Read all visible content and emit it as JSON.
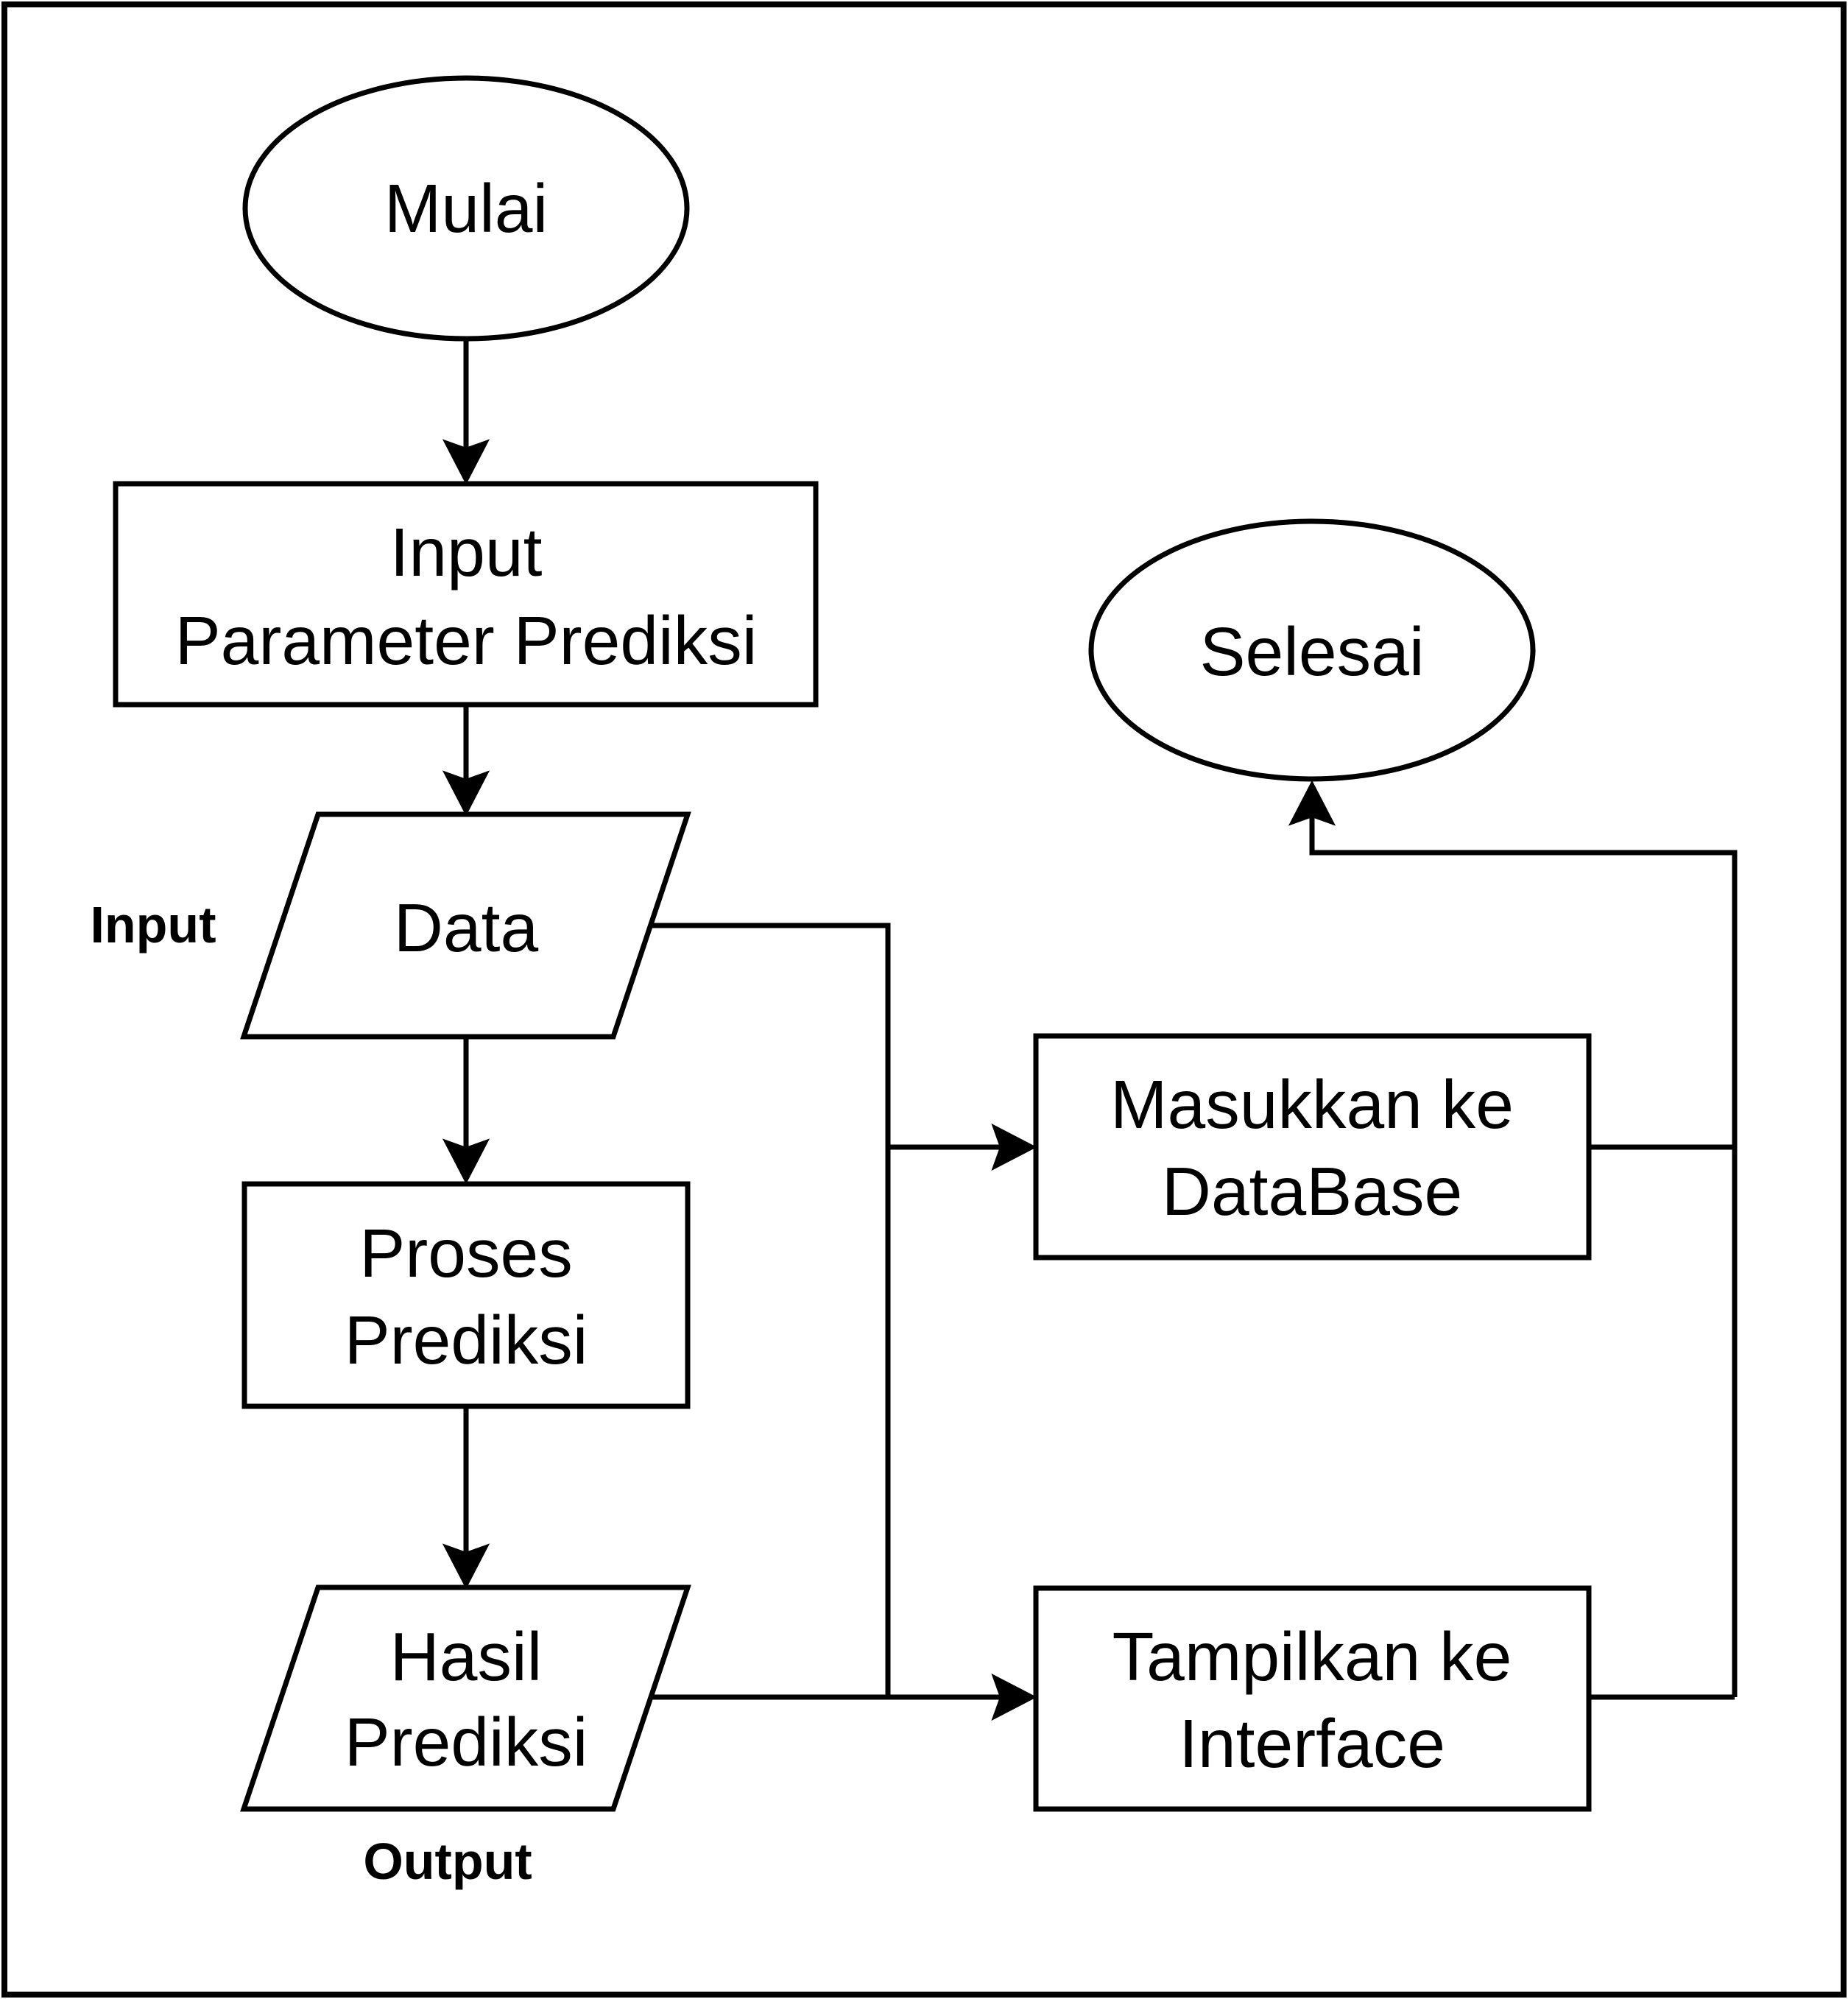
{
  "nodes": {
    "mulai": {
      "lines": [
        "Mulai"
      ]
    },
    "input_param": {
      "lines": [
        "Input",
        "Parameter Prediksi"
      ]
    },
    "data": {
      "lines": [
        "Data"
      ]
    },
    "proses": {
      "lines": [
        "Proses",
        "Prediksi"
      ]
    },
    "hasil": {
      "lines": [
        "Hasil",
        "Prediksi"
      ]
    },
    "database": {
      "lines": [
        "Masukkan ke",
        "DataBase"
      ]
    },
    "tampil": {
      "lines": [
        "Tampilkan ke",
        "Interface"
      ]
    },
    "selesai": {
      "lines": [
        "Selesai"
      ]
    }
  },
  "annotations": {
    "input_label": "Input",
    "output_label": "Output"
  },
  "colors": {
    "stroke": "#000000",
    "fill": "#ffffff"
  }
}
